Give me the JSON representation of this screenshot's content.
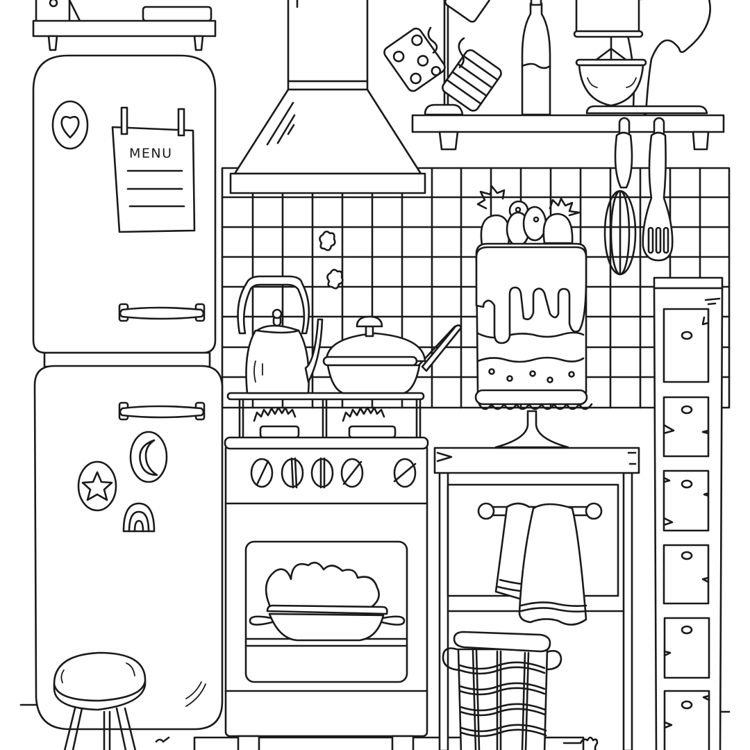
{
  "scene": {
    "title": "Kitchen coloring page",
    "style": "black line art on white",
    "line_color": "#1a1a1a",
    "background_color": "#ffffff"
  },
  "fridge": {
    "menu_note": {
      "title": "MENU",
      "lines": 3
    },
    "magnets_top": [
      "heart"
    ],
    "magnets_bottom": [
      "moon",
      "star",
      "rainbow"
    ]
  },
  "top_left_shelf": {
    "items": [
      "jar",
      "box"
    ]
  },
  "range_hood": {
    "label": ""
  },
  "top_right_shelf": {
    "items": [
      "mug-tree",
      "polka-dot-mug",
      "striped-mug",
      "bottle",
      "stand-mixer"
    ]
  },
  "hanging_utensils": [
    "whisk",
    "slotted-spatula"
  ],
  "stove": {
    "items_on_top": [
      "kettle",
      "saucepan"
    ],
    "burners": 2,
    "knobs": 5,
    "oven_contents": "bread-in-pan"
  },
  "cake": {
    "toppings": [
      "strawberry",
      "blueberries",
      "strawberry"
    ],
    "dots": 6
  },
  "side_table": {
    "items": [
      "towel-bar",
      "towel",
      "wicker-basket"
    ]
  },
  "tall_cabinet": {
    "drawers": 6
  },
  "stool": {
    "legs": 3
  }
}
